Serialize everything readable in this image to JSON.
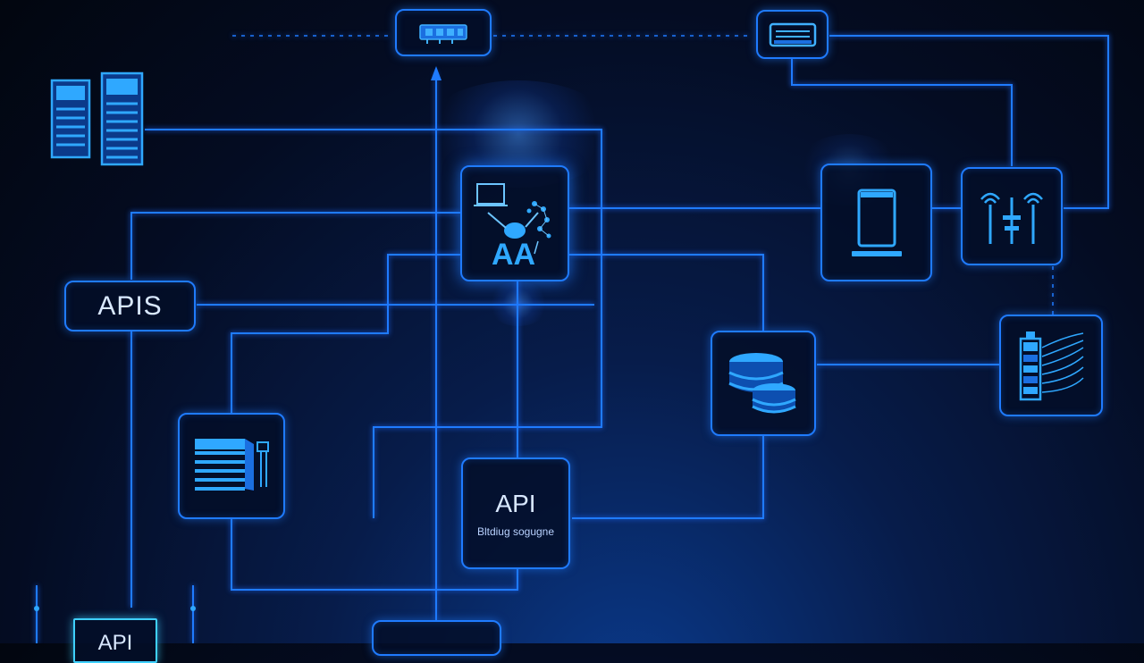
{
  "nodes": {
    "apis_label": "APIS",
    "api_label": "API",
    "api_sublabel": "Bltdiug sogugne",
    "api_bottom_label": "API"
  },
  "icons": {
    "top_chip": "hardware-chip-icon",
    "top_right_chip": "network-card-icon",
    "server_racks": "server-rack-icon",
    "ai_hub": "ai-network-icon",
    "mobile": "mobile-device-icon",
    "antenna": "antenna-signal-icon",
    "database": "database-icon",
    "storage": "storage-array-icon",
    "books": "document-stack-icon"
  },
  "colors": {
    "accent": "#1f7bff",
    "icon": "#2fa8ff",
    "background": "#040c22"
  }
}
